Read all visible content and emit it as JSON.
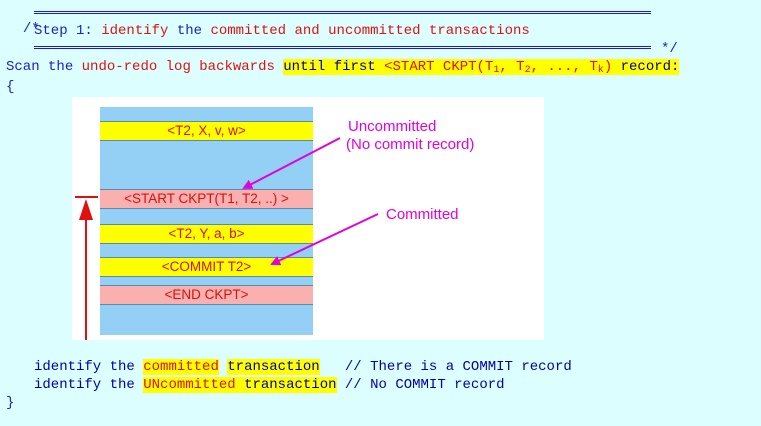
{
  "header": {
    "comment_open": "/*",
    "step_title": "Step 1: identify the committed and uncommitted transactions",
    "step_prefix": "Step 1:",
    "step_identify": "identify",
    "step_the": "the",
    "step_committed": "committed",
    "step_and": "and",
    "step_uncommitted": "uncommitted",
    "step_transactions": "transactions",
    "comment_close": "*/"
  },
  "scan": {
    "scan_word": "Scan",
    "the_word": "the",
    "log_text": "undo-redo log backwards",
    "until_text": "until first",
    "ckpt_prefix": "<START CKPT(T",
    "sub1": "1",
    "sep1": ", T",
    "sub2": "2",
    "sep2": ", ..., T",
    "subk": "k",
    "ckpt_suffix": ")",
    "record_word": "record:",
    "open_brace": "{",
    "close_brace": "}"
  },
  "log_records": [
    {
      "label": "<T2, X, v, w>",
      "color": "yellow"
    },
    {
      "label": "<START CKPT(T1, T2, ..) >",
      "color": "pink"
    },
    {
      "label": "<T2, Y, a, b>",
      "color": "yellow"
    },
    {
      "label": "<COMMIT T2>",
      "color": "yellow"
    },
    {
      "label": "<END CKPT>",
      "color": "pink"
    }
  ],
  "annotations": {
    "uncommitted_line1": "Uncommitted",
    "uncommitted_line2": "(No commit record)",
    "committed": "Committed"
  },
  "footer": {
    "identify1": "identify the",
    "committed": "committed",
    "transaction1": "transaction",
    "comment1": "// There is a COMMIT record",
    "identify2": "identify the",
    "uncommitted_un": "UN",
    "uncommitted_rest": "committed",
    "transaction2": "transaction",
    "comment2": "// No COMMIT record"
  },
  "colors": {
    "background": "#dcfefe",
    "keyword_blue": "#1c1ccc",
    "highlight_yellow": "#ffff00",
    "text_red": "#e01010",
    "annotation_magenta": "#e000e0",
    "log_blue": "#94d0f6",
    "record_pink": "#fbb0b0"
  }
}
